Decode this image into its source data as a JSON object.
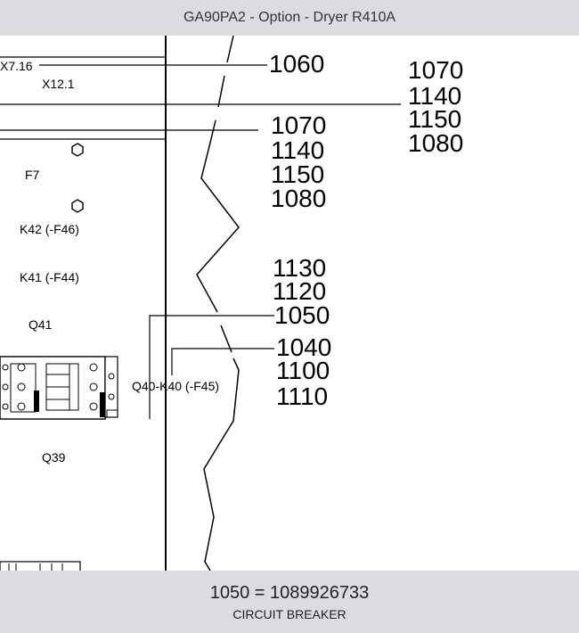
{
  "header": {
    "title": "GA90PA2 - Option - Dryer R410A"
  },
  "diagram": {
    "labels": {
      "x716": "X7.16",
      "x121": "X12.1",
      "f7": "F7",
      "k42": "K42 (-F46)",
      "k41": "K41 (-F44)",
      "q41": "Q41",
      "q40": "Q40-K40 (-F45)",
      "q39": "Q39"
    },
    "refs": {
      "r1060": "1060",
      "r1070a": "1070",
      "r1140a": "1140",
      "r1150a": "1150",
      "r1080a": "1080",
      "r1070b": "1070",
      "r1140b": "1140",
      "r1150b": "1150",
      "r1080b": "1080",
      "r1130": "1130",
      "r1120": "1120",
      "r1050": "1050",
      "r1040": "1040",
      "r1100": "1100",
      "r1110": "1110"
    }
  },
  "footer": {
    "part": "1050  =  1089926733",
    "description": "CIRCUIT BREAKER"
  }
}
